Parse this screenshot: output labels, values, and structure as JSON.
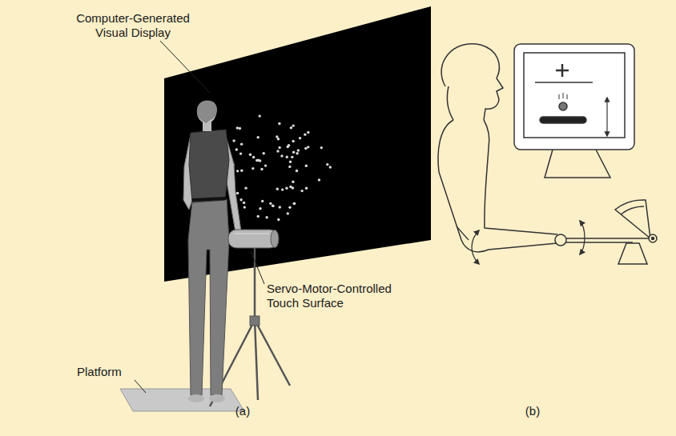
{
  "diagram": {
    "labels": [
      "Computer-Generated Visual Display",
      "Servo-Motor-Controlled Touch Surface",
      "Platform",
      "(a)",
      "(b)"
    ]
  }
}
